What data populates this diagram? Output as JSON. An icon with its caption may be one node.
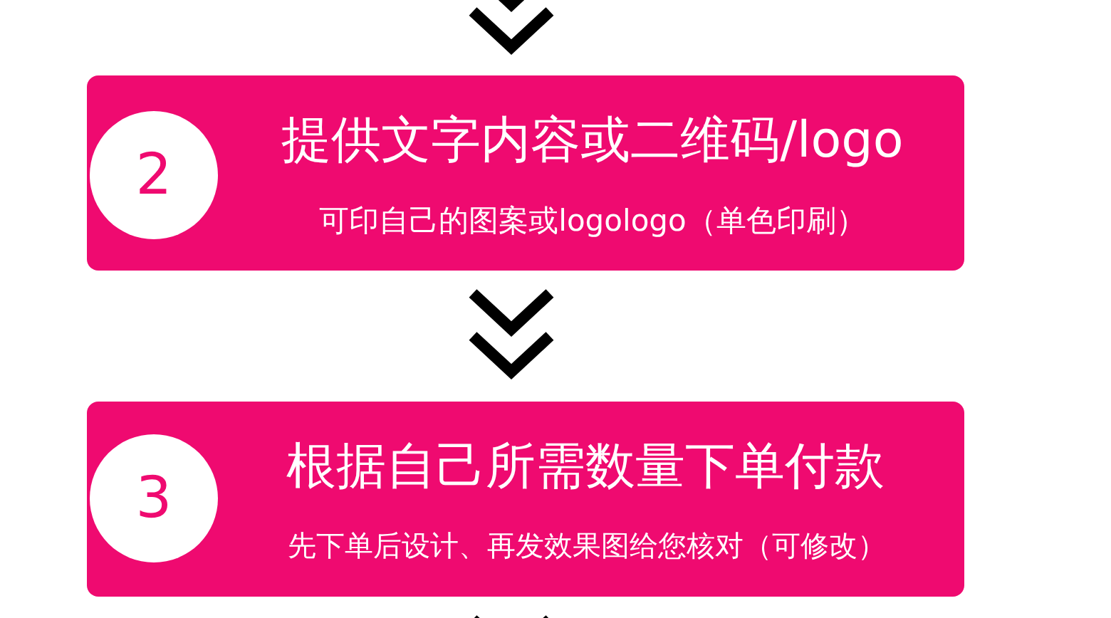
{
  "diagram": {
    "nodes": [
      {
        "text": [
          "提供文字内容或二维码/logo",
          "可印自己的图案或logologo（单色印刷）"
        ]
      },
      {
        "text": [
          "2"
        ],
        "in": 0
      },
      {
        "text": [
          "根据自己所需数量下单付款",
          "先下单后设计、再发效果图给您核对（可修改）"
        ]
      },
      {
        "text": [
          "3"
        ],
        "in": 2
      }
    ],
    "edges": [
      {
        "from": null,
        "to": 0,
        "arrow": "to"
      },
      {
        "from": 0,
        "to": 2,
        "arrow": "to"
      },
      {
        "from": 2,
        "to": null,
        "arrow": "to"
      }
    ]
  }
}
